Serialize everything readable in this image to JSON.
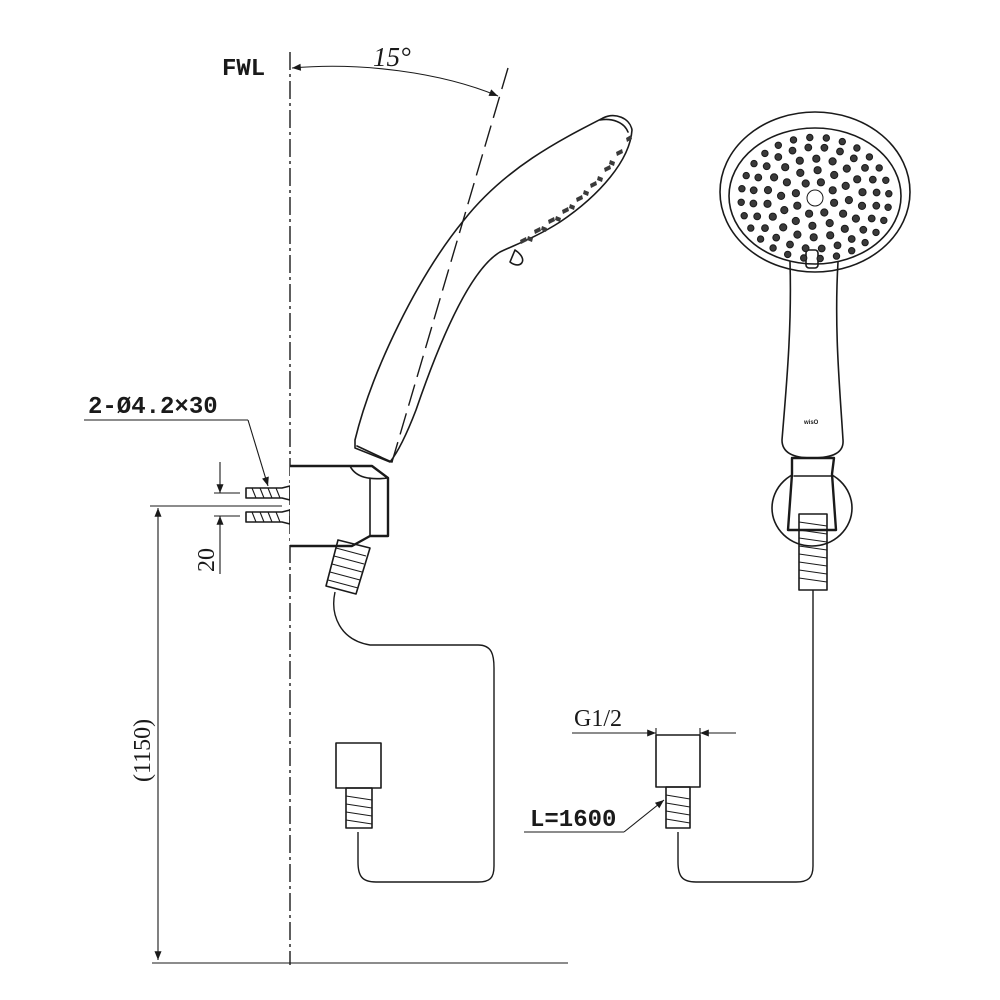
{
  "labels": {
    "fwl": "FWL",
    "angle": "15°",
    "screws": "2-Ø4.2×30",
    "screw_spacing": "20",
    "mount_height": "(1150)",
    "thread": "G1/2",
    "hose_length": "L=1600",
    "brand_mark": "wisO"
  }
}
